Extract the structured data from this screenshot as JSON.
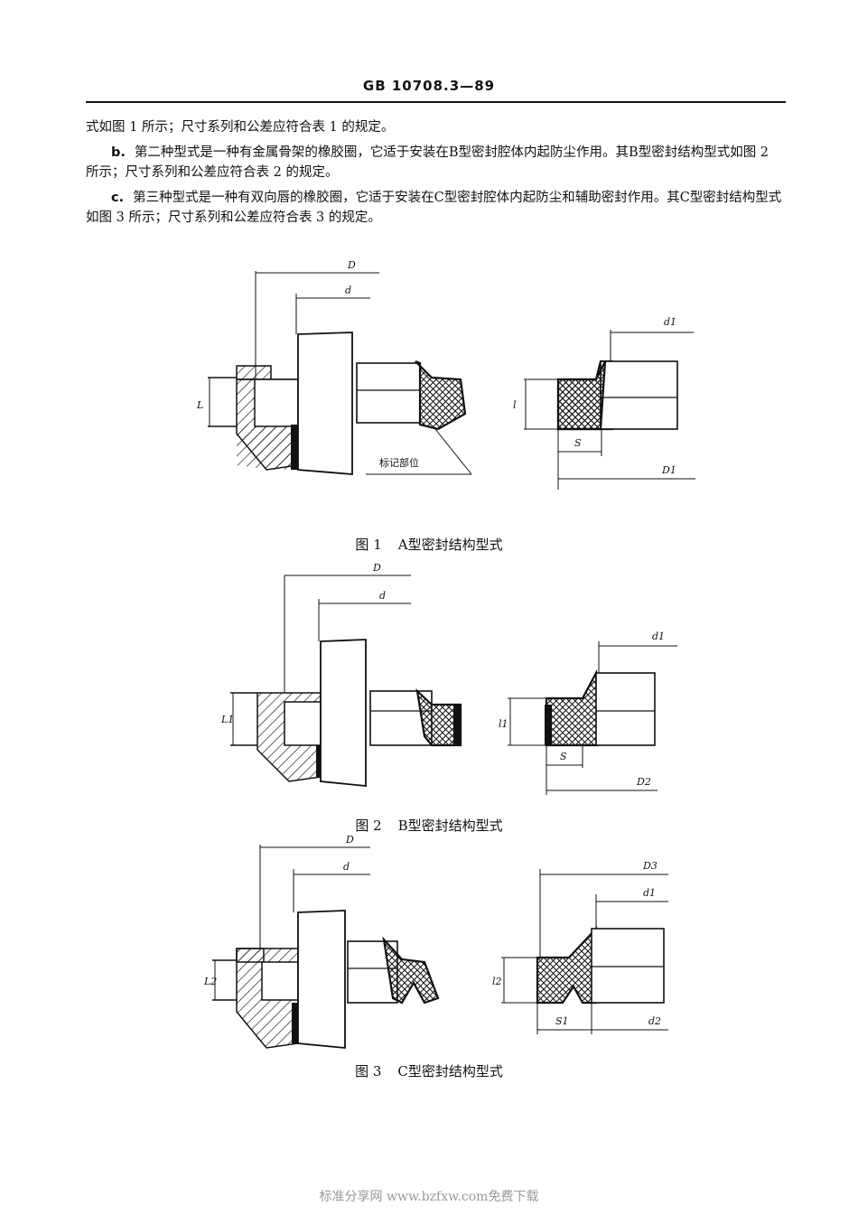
{
  "header": {
    "standard_no": "GB 10708.3—89"
  },
  "paragraphs": {
    "p1": {
      "text": "式如图 1 所示；尺寸系列和公差应符合表 1 的规定。"
    },
    "p2": {
      "label": "b.",
      "text": "第二种型式是一种有金属骨架的橡胶圈，它适于安装在B型密封腔体内起防尘作用。其B型密封结构型式如图 2 所示；尺寸系列和公差应符合表 2 的规定。"
    },
    "p3": {
      "label": "c.",
      "text": "第三种型式是一种有双向唇的橡胶圈，它适于安装在C型密封腔体内起防尘和辅助密封作用。其C型密封结构型式如图 3 所示；尺寸系列和公差应符合表 3 的规定。"
    }
  },
  "figures": {
    "fig1": {
      "caption_num": "图 1",
      "caption_text": "A型密封结构型式",
      "labels": {
        "D": "D",
        "d": "d",
        "L": "L",
        "d1": "d1",
        "l": "l",
        "S": "S",
        "D1": "D1",
        "mark": "标记部位"
      }
    },
    "fig2": {
      "caption_num": "图 2",
      "caption_text": "B型密封结构型式",
      "labels": {
        "D": "D",
        "d": "d",
        "L1": "L1",
        "d1": "d1",
        "l1": "l1",
        "S": "S",
        "D2": "D2"
      }
    },
    "fig3": {
      "caption_num": "图 3",
      "caption_text": "C型密封结构型式",
      "labels": {
        "D": "D",
        "d": "d",
        "L2": "L2",
        "D3": "D3",
        "d1": "d1",
        "l2": "l2",
        "S1": "S1",
        "d2": "d2"
      }
    }
  },
  "footer": {
    "text": "标准分享网 www.bzfxw.com免费下载"
  }
}
